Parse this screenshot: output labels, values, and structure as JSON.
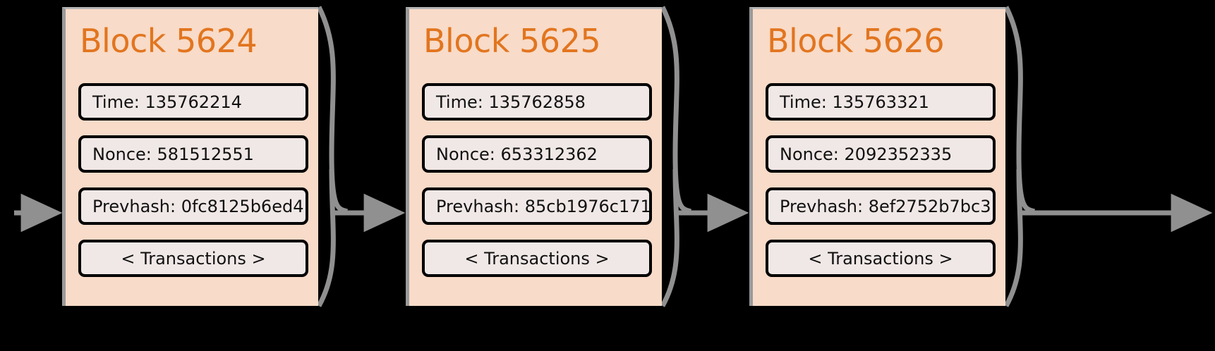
{
  "diagram": {
    "type": "blockchain-chain",
    "background_color": "#000000",
    "block_fill": "#f8dbc8",
    "field_fill": "#f0e8e6",
    "title_color": "#e2751f",
    "arrow_color": "#909090",
    "field_border_color": "#000000",
    "labels": {
      "time_prefix": "Time:",
      "nonce_prefix": "Nonce:",
      "prevhash_prefix": "Prevhash:",
      "transactions": "< Transactions >"
    },
    "blocks": [
      {
        "title": "Block 5624",
        "time": "Time: 135762214",
        "nonce": "Nonce: 581512551",
        "prevhash": "Prevhash: 0fc8125b6ed4",
        "transactions": "< Transactions >"
      },
      {
        "title": "Block 5625",
        "time": "Time: 135762858",
        "nonce": "Nonce: 653312362",
        "prevhash": "Prevhash: 85cb1976c171",
        "transactions": "< Transactions >"
      },
      {
        "title": "Block 5626",
        "time": "Time: 135763321",
        "nonce": "Nonce: 2092352335",
        "prevhash": "Prevhash: 8ef2752b7bc3",
        "transactions": "< Transactions >"
      }
    ],
    "arrows": [
      {
        "name": "arrow-into-block-5624"
      },
      {
        "name": "arrow-block-5624-to-5625"
      },
      {
        "name": "arrow-block-5625-to-5626"
      },
      {
        "name": "arrow-out-of-block-5626"
      }
    ]
  }
}
